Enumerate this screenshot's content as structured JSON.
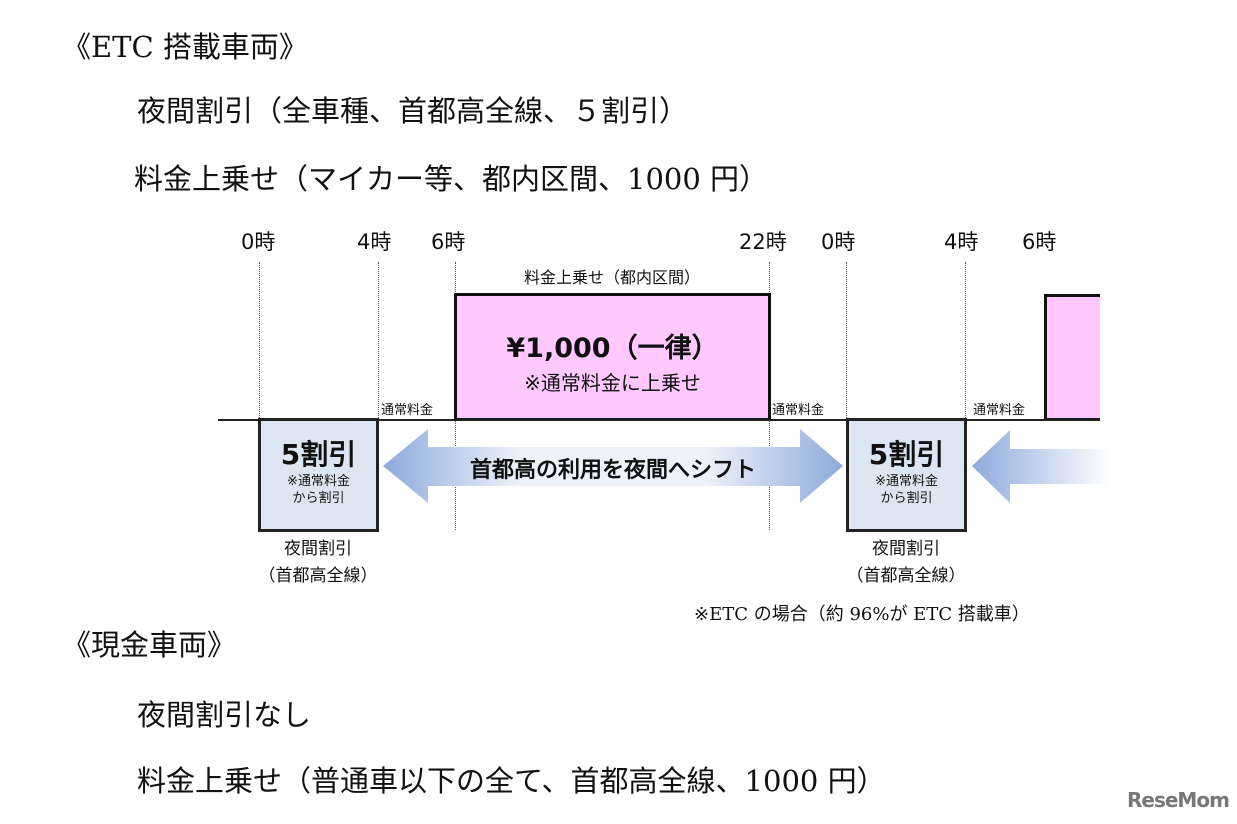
{
  "etc_section": {
    "heading": "《ETC 搭載車両》",
    "line1": "夜間割引（全車種、首都高全線、５割引）",
    "line2": "料金上乗せ（マイカー等、都内区間、1000 円）"
  },
  "diagram": {
    "ticks": [
      "0時",
      "4時",
      "6時",
      "22時",
      "0時",
      "4時",
      "6時"
    ],
    "surcharge_label": "料金上乗せ（都内区間）",
    "surcharge_amount": "¥1,000（一律）",
    "surcharge_note": "※通常料金に上乗せ",
    "normal_fare": "通常料金",
    "discount_title": "5割引",
    "discount_note_1": "※通常料金",
    "discount_note_2": "から割引",
    "discount_caption_1": "夜間割引",
    "discount_caption_2": "（首都高全線）",
    "shift_arrow_text": "首都高の利用を夜間へシフト",
    "colors": {
      "surcharge": "#ffc8ff",
      "discount": "#dce6f2",
      "arrow": "#8eaadb"
    }
  },
  "etc_note": "※ETC の場合（約 96%が ETC 搭載車）",
  "cash_section": {
    "heading": "《現金車両》",
    "line1": "夜間割引なし",
    "line2": "料金上乗せ（普通車以下の全て、首都高全線、1000 円）"
  },
  "logo": "ReseMom"
}
